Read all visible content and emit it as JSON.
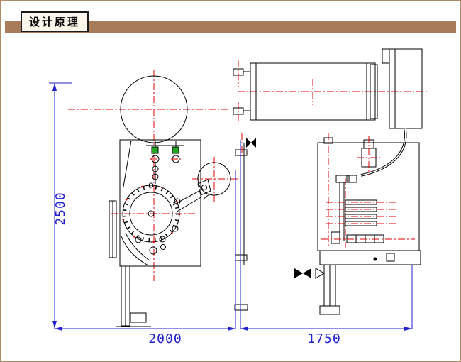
{
  "page": {
    "title": "设计原理",
    "bar_color": "#a67c5b",
    "border_color": "#ad8b68"
  },
  "drawing": {
    "description": "Machine design-principle CAD schematic: front view of labeling drum unit (left) and side view of tank, cabinet and nozzle assembly (right)",
    "dimensions": {
      "height_label": "2500",
      "width_left_label": "2000",
      "width_right_label": "1750"
    },
    "colors": {
      "dimension_blue": "#2020cc",
      "centerline_red": "#e60000",
      "line_black": "#000000",
      "bearing_green": "#22aa22"
    }
  }
}
